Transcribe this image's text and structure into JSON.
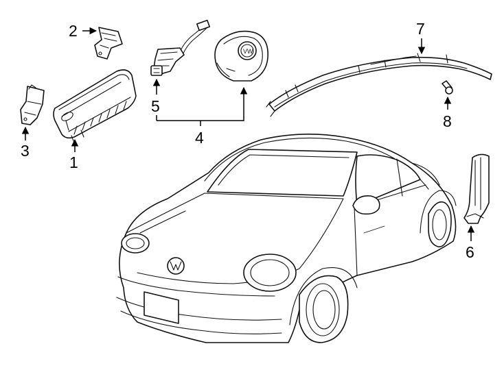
{
  "diagram": {
    "callouts": {
      "c1": "1",
      "c2": "2",
      "c3": "3",
      "c4": "4",
      "c5": "5",
      "c6": "6",
      "c7": "7",
      "c8": "8"
    },
    "logo_text": "VW",
    "colors": {
      "line": "#111111",
      "background": "#ffffff"
    }
  }
}
